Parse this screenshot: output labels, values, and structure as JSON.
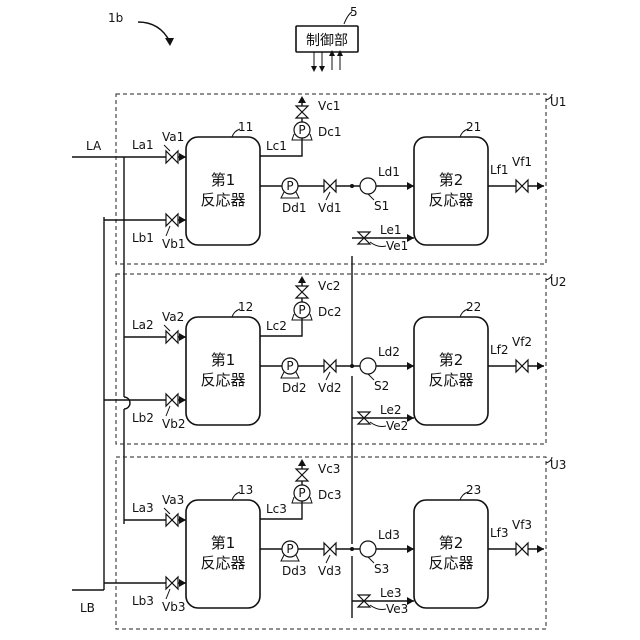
{
  "figure_ref": "1b",
  "controller": {
    "label": "制御部",
    "ref": "5"
  },
  "inlets": {
    "a": "LA",
    "b": "LB"
  },
  "units": [
    {
      "id": "U1",
      "first_reactor": {
        "label_line1": "第1",
        "label_line2": "反応器",
        "ref": "11"
      },
      "second_reactor": {
        "label_line1": "第2",
        "label_line2": "反応器",
        "ref": "21"
      },
      "line_a": "La1",
      "valve_a": "Va1",
      "line_b": "Lb1",
      "valve_b": "Vb1",
      "line_c": "Lc1",
      "valve_c": "Vc1",
      "pump_c": "Dc1",
      "pump_d": "Dd1",
      "valve_d": "Vd1",
      "line_d": "Ld1",
      "sensor": "S1",
      "line_e": "Le1",
      "valve_e": "Ve1",
      "line_f": "Lf1",
      "valve_f": "Vf1",
      "pump_symbol": "P"
    },
    {
      "id": "U2",
      "first_reactor": {
        "label_line1": "第1",
        "label_line2": "反応器",
        "ref": "12"
      },
      "second_reactor": {
        "label_line1": "第2",
        "label_line2": "反応器",
        "ref": "22"
      },
      "line_a": "La2",
      "valve_a": "Va2",
      "line_b": "Lb2",
      "valve_b": "Vb2",
      "line_c": "Lc2",
      "valve_c": "Vc2",
      "pump_c": "Dc2",
      "pump_d": "Dd2",
      "valve_d": "Vd2",
      "line_d": "Ld2",
      "sensor": "S2",
      "line_e": "Le2",
      "valve_e": "Ve2",
      "line_f": "Lf2",
      "valve_f": "Vf2",
      "pump_symbol": "P"
    },
    {
      "id": "U3",
      "first_reactor": {
        "label_line1": "第1",
        "label_line2": "反応器",
        "ref": "13"
      },
      "second_reactor": {
        "label_line1": "第2",
        "label_line2": "反応器",
        "ref": "23"
      },
      "line_a": "La3",
      "valve_a": "Va3",
      "line_b": "Lb3",
      "valve_b": "Vb3",
      "line_c": "Lc3",
      "valve_c": "Vc3",
      "pump_c": "Dc3",
      "pump_d": "Dd3",
      "valve_d": "Vd3",
      "line_d": "Ld3",
      "sensor": "S3",
      "line_e": "Le3",
      "valve_e": "Ve3",
      "line_f": "Lf3",
      "valve_f": "Vf3",
      "pump_symbol": "P"
    }
  ]
}
